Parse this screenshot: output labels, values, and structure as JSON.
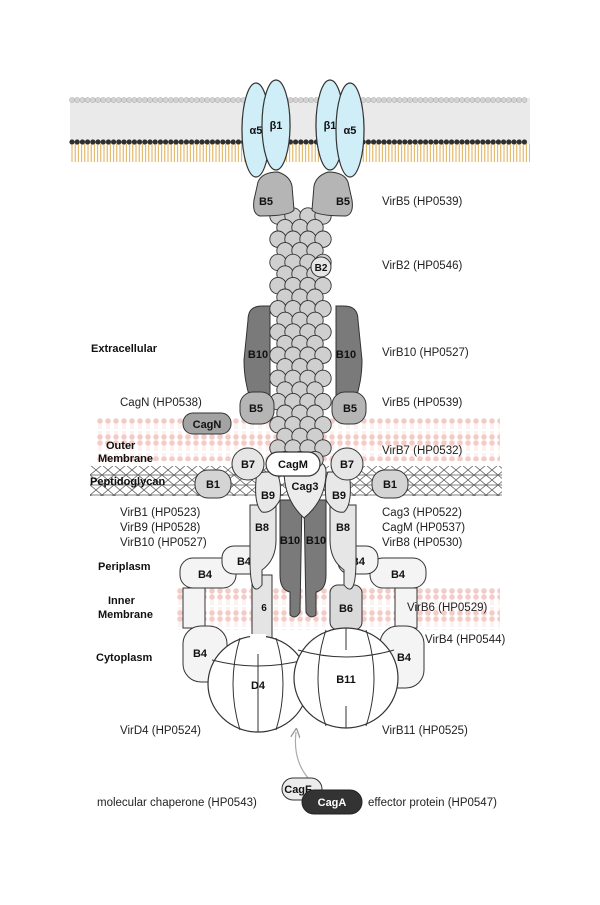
{
  "regions": {
    "extracellular": "Extracellular",
    "outer_membrane_1": "Outer",
    "outer_membrane_2": "Membrane",
    "peptidoglycan": "Peptidoglycan",
    "periplasm": "Periplasm",
    "inner_membrane_1": "Inner",
    "inner_membrane_2": "Membrane",
    "cytoplasm": "Cytoplasm"
  },
  "integrins": {
    "alpha": "α5",
    "beta": "β1"
  },
  "components": {
    "b5": "B5",
    "b2": "B2",
    "b10": "B10",
    "b7": "B7",
    "cagm": "CagM",
    "cag3": "Cag3",
    "b1": "B1",
    "b9": "B9",
    "b8": "B8",
    "cagn": "CagN",
    "b4": "B4",
    "b6": "B6",
    "six": "6",
    "d4": "D4",
    "b11": "B11",
    "cagf": "CagF",
    "caga": "CagA"
  },
  "right_labels": {
    "virb5_top": "VirB5 (HP0539)",
    "virb2": "VirB2 (HP0546)",
    "virb10": "VirB10 (HP0527)",
    "virb5_mid": "VirB5 (HP0539)",
    "virb7": "VirB7 (HP0532)",
    "cag3": "Cag3 (HP0522)",
    "cagm": "CagM (HP0537)",
    "virb8": "VirB8 (HP0530)",
    "virb6": "VirB6 (HP0529)",
    "virb4": "VirB4 (HP0544)",
    "virb11": "VirB11 (HP0525)"
  },
  "left_labels": {
    "cagn": "CagN (HP0538)",
    "virb1": "VirB1 (HP0523)",
    "virb9": "VirB9 (HP0528)",
    "virb10": "VirB10 (HP0527)",
    "vird4": "VirD4 (HP0524)"
  },
  "bottom_labels": {
    "chaperone": "molecular chaperone (HP0543)",
    "effector": "effector protein (HP0547)"
  },
  "colors": {
    "integrin": "#cfeef8",
    "pilus": "#cfcfcf",
    "dark": "#7a7a7a",
    "membrane_pink": "#f2c8c4",
    "lipid_gold": "#e1a93a",
    "caga": "#333333"
  }
}
